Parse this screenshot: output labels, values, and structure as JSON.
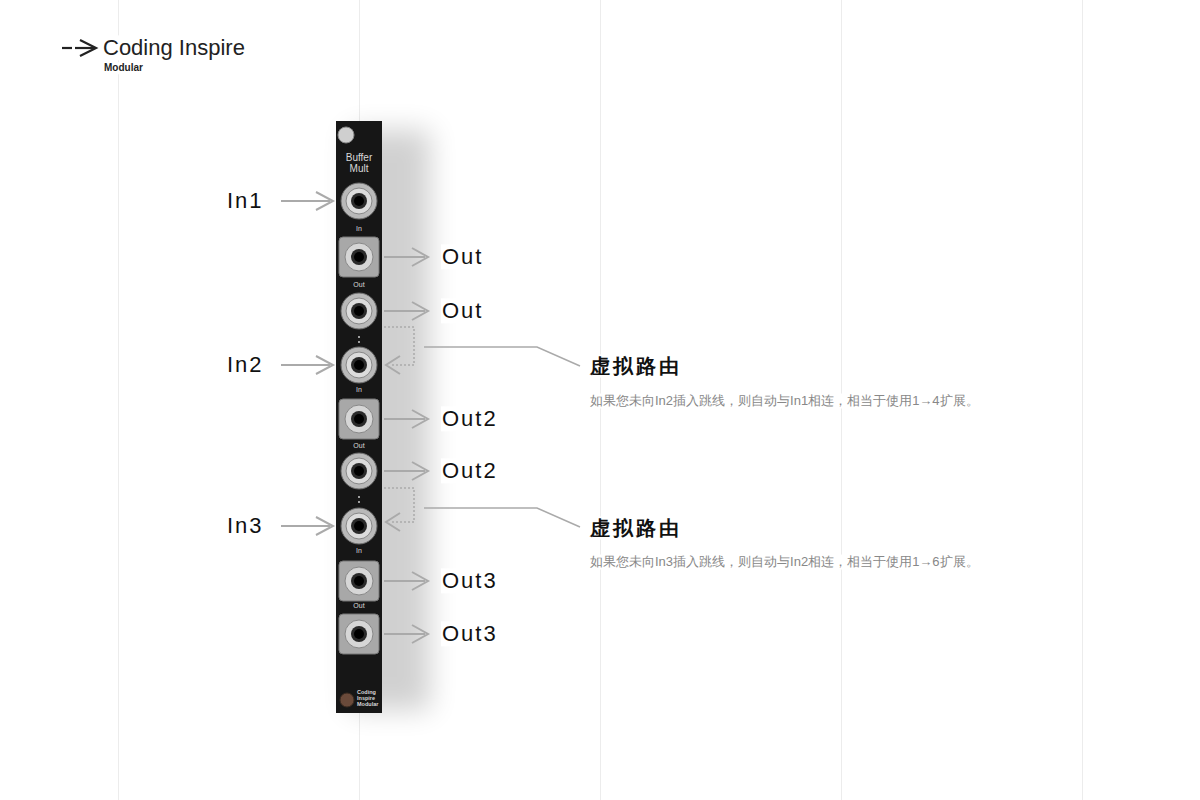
{
  "diagram": {
    "nodes": [
      {
        "text": [
          "Buffer Mult",
          "In",
          "Out",
          "In",
          "Out",
          "In",
          "Out",
          "Coding Inspire Modular"
        ]
      }
    ],
    "labels": [
      "Coding Inspire",
      "Modular",
      "In1",
      "Out",
      "Out",
      "In2",
      "Out2",
      "Out2",
      "In3",
      "Out3",
      "Out3",
      "虚拟路由",
      "如果您未向In2插入跳线，则自动与In1相连，相当于使用1→4扩展。",
      "虚拟路由",
      "如果您未向In3插入跳线，则自动与In2相连，相当于使用1→6扩展。"
    ]
  }
}
